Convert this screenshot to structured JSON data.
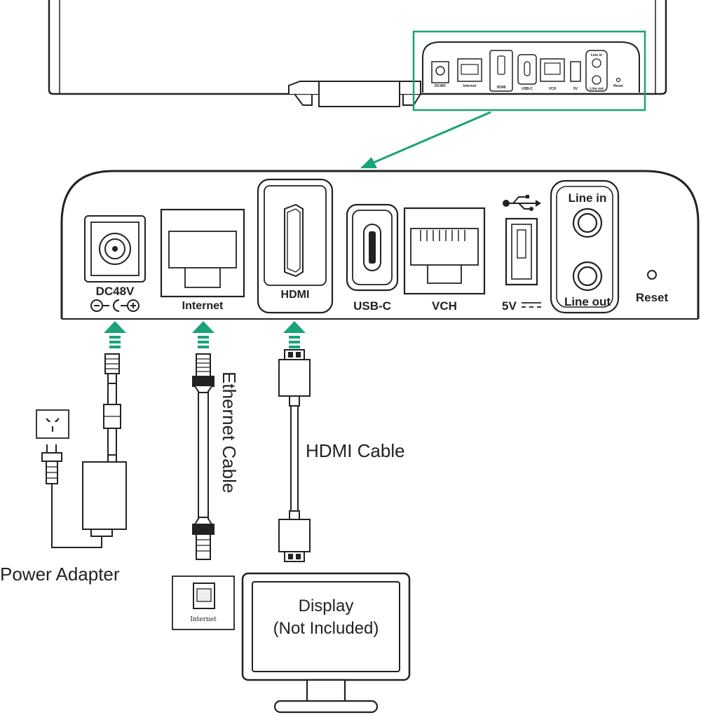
{
  "accent_color": "#1aa37a",
  "ports": {
    "dc": "DC48V",
    "internet": "Internet",
    "hdmi": "HDMI",
    "usbc": "USB-C",
    "vch": "VCH",
    "usb5v": "5V",
    "line_in": "Line in",
    "line_out": "Line out",
    "reset": "Reset"
  },
  "cables": {
    "ethernet": "Ethernet Cable",
    "hdmi": "HDMI Cable",
    "power": "Power Adapter"
  },
  "wall_jack_label": "Internet",
  "display": {
    "line1": "Display",
    "line2": "(Not Included)"
  },
  "icons": [
    "power-outlet-icon",
    "usb-icon",
    "ethernet-jack-icon",
    "reset-button-icon"
  ]
}
